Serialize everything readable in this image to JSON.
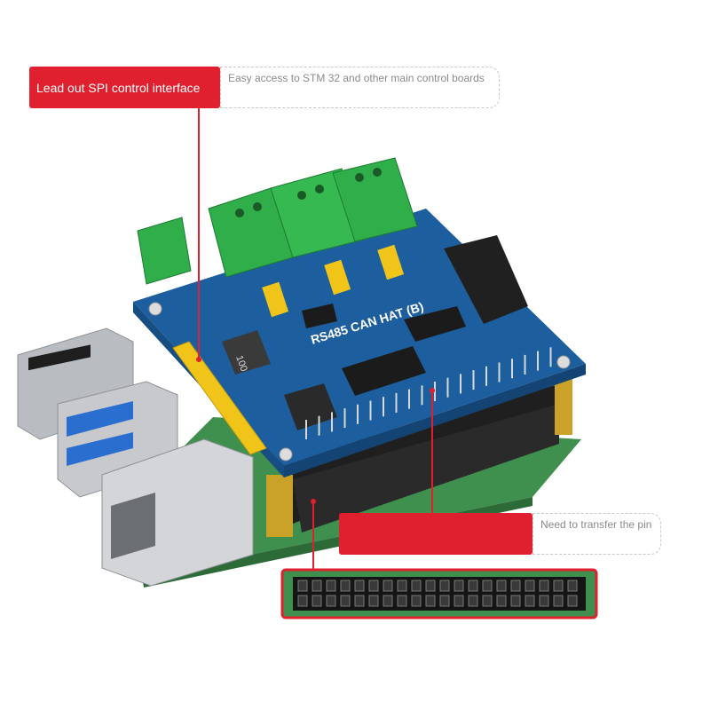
{
  "callouts": {
    "spi_title": "Lead out SPI control interface",
    "spi_note": "Easy access to STM 32 and other main control boards",
    "pin_title": "",
    "pin_note": "Need to transfer the pin"
  },
  "board": {
    "label": "RS485 CAN HAT (B)",
    "inductor_text": "100"
  },
  "colors": {
    "accent_red": "#e0202e",
    "hat_blue": "#1d5f9e",
    "terminal_green": "#2fae4a",
    "pi_green": "#3f8f4e",
    "header_gold": "#f0c419"
  }
}
